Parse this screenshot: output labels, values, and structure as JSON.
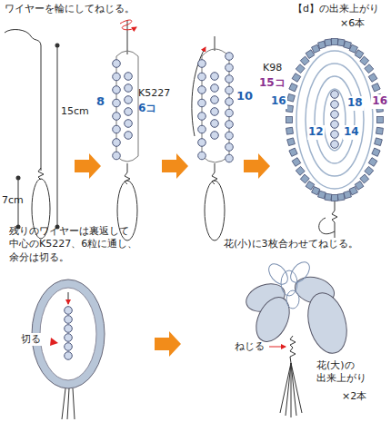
{
  "diagram": {
    "labels": [
      "ワイヤーを輪にしてねじる。",
      "15cm",
      "7cm",
      "K5227",
      "8",
      "6コ",
      "10",
      "【d】の出来上がり",
      "×6本",
      "K98",
      "15コ",
      "16",
      "12",
      "14",
      "18",
      "16",
      "残りのワイヤーは裏返して 中心のK5227、6粒に通し、 余分は切る。",
      "切る",
      "花(小)に3枚合わせてねじる。",
      "ねじる",
      "花(大)の 出来上がり",
      "×2本"
    ]
  }
}
